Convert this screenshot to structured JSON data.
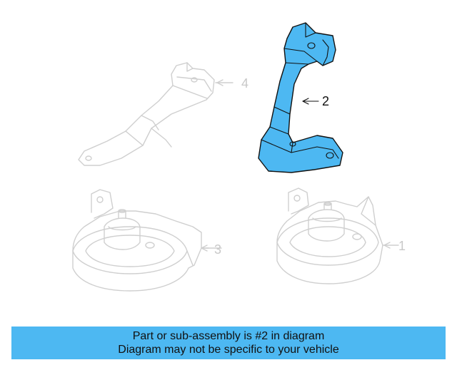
{
  "diagram": {
    "callouts": [
      {
        "number": "1",
        "highlighted": false
      },
      {
        "number": "2",
        "highlighted": true
      },
      {
        "number": "3",
        "highlighted": false
      },
      {
        "number": "4",
        "highlighted": false
      }
    ]
  },
  "banner": {
    "line1": "Part or sub-assembly is #2 in diagram",
    "line2": "Diagram may not be specific to your vehicle"
  },
  "colors": {
    "highlight": "#4db8f2",
    "ghost": "#cfcfcf",
    "banner_background": "#4db8f2"
  }
}
